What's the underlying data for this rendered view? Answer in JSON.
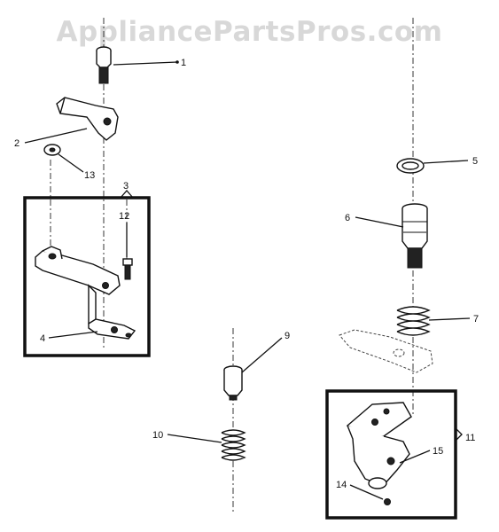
{
  "watermark": "AppliancePartsPros.com",
  "callouts": {
    "c1": "1",
    "c2": "2",
    "c3": "3",
    "c4": "4",
    "c5": "5",
    "c6": "6",
    "c7": "7",
    "c9": "9",
    "c10": "10",
    "c11": "11",
    "c12": "12",
    "c13": "13",
    "c14": "14",
    "c15": "15"
  },
  "colors": {
    "ink": "#111111",
    "watermark": "#d8d8d8",
    "background": "#ffffff"
  }
}
